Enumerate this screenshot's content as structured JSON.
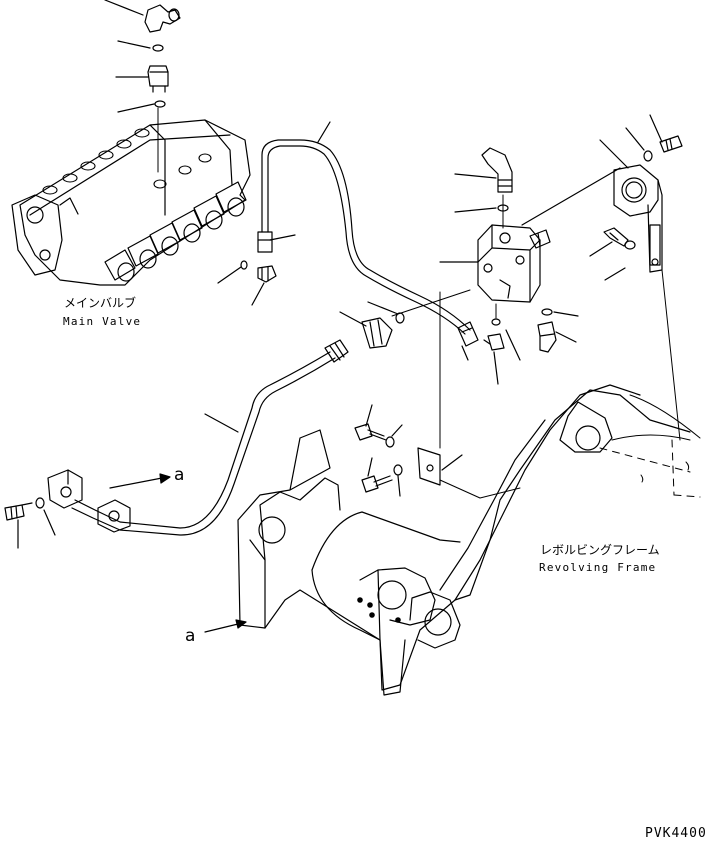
{
  "labels": {
    "main_valve_jp": "メインバルブ",
    "main_valve_en": "Main Valve",
    "revolving_frame_jp": "レボルビングフレーム",
    "revolving_frame_en": "Revolving Frame",
    "ref_a_top": "a",
    "ref_a_bottom": "a",
    "drawing_code": "PVK4400"
  }
}
